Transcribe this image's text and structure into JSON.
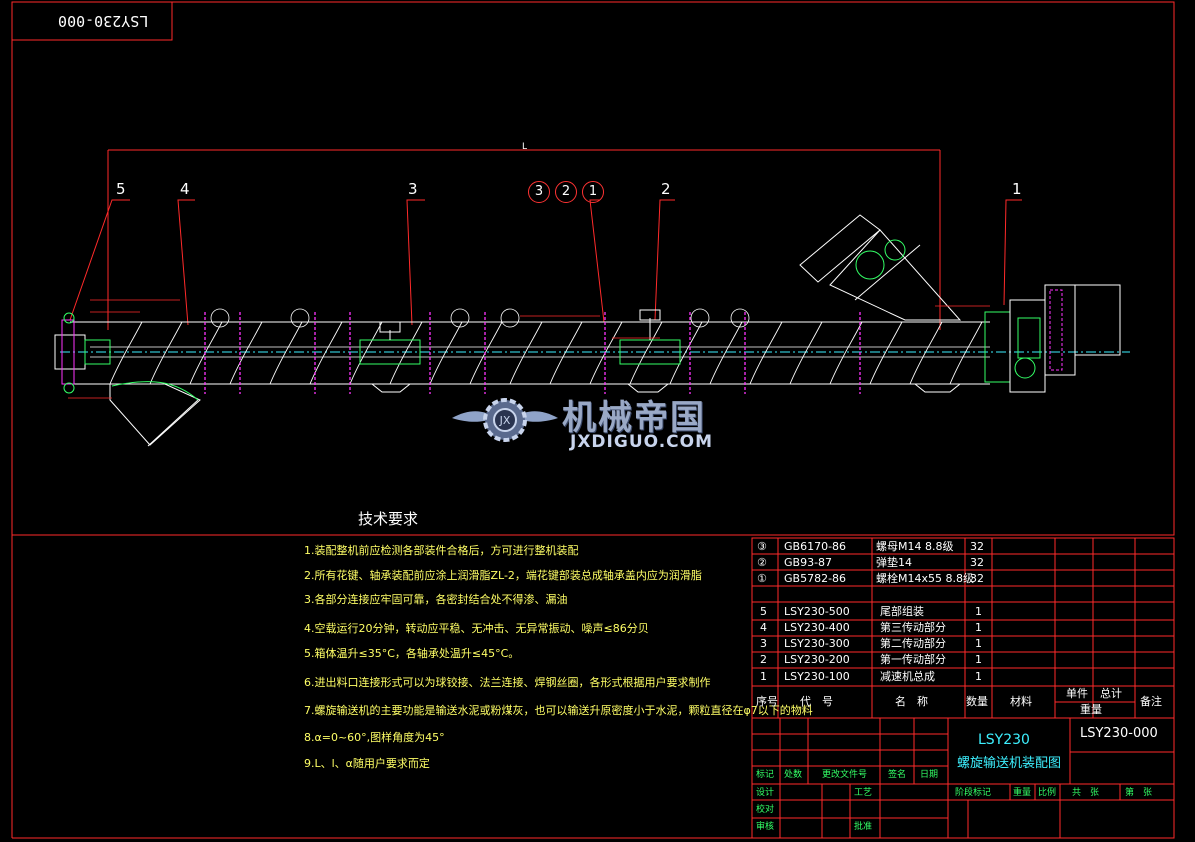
{
  "drawing_code": "LSY230-000",
  "dimension_overall": "L",
  "callouts": [
    "5",
    "4",
    "3",
    "2",
    "1"
  ],
  "part_callouts": [
    "3",
    "2",
    "1"
  ],
  "watermark": {
    "cn": "机械帝国",
    "en": "JXDIGUO.COM"
  },
  "tech_req": {
    "title": "技术要求",
    "items": [
      "1.装配整机前应检测各部装件合格后，方可进行整机装配",
      "2.所有花键、轴承装配前应涂上润滑脂ZL-2，端花键部装总成轴承盖内应为润滑脂",
      "3.各部分连接应牢固可靠，各密封结合处不得渗、漏油",
      "4.空载运行20分钟，转动应平稳、无冲击、无异常振动、噪声≤86分贝",
      "5.箱体温升≤35°C，各轴承处温升≤45°C。",
      "6.进出料口连接形式可以为球铰接、法兰连接、焊钢丝圈，各形式根据用户要求制作",
      "7.螺旋输送机的主要功能是输送水泥或粉煤灰，也可以输送升原密度小于水泥，颗粒直径在φ7以下的物料",
      "8.α=0~60°,图样角度为45°",
      "9.L、l、α随用户要求而定"
    ]
  },
  "bom": [
    {
      "no": "③",
      "code": "GB6170-86",
      "name": "螺母M14 8.8级",
      "qty": "32"
    },
    {
      "no": "②",
      "code": "GB93-87",
      "name": "弹垫14",
      "qty": "32"
    },
    {
      "no": "①",
      "code": "GB5782-86",
      "name": "螺栓M14x55 8.8级",
      "qty": "32"
    },
    {
      "no": "5",
      "code": "LSY230-500",
      "name": "尾部组装",
      "qty": "1"
    },
    {
      "no": "4",
      "code": "LSY230-400",
      "name": "第三传动部分",
      "qty": "1"
    },
    {
      "no": "3",
      "code": "LSY230-300",
      "name": "第二传动部分",
      "qty": "1"
    },
    {
      "no": "2",
      "code": "LSY230-200",
      "name": "第一传动部分",
      "qty": "1"
    },
    {
      "no": "1",
      "code": "LSY230-100",
      "name": "减速机总成",
      "qty": "1"
    }
  ],
  "bom_header": {
    "no": "序号",
    "code": "代　号",
    "name": "名　称",
    "qty": "数量",
    "material": "材料",
    "unit_weight": "单件",
    "total_weight": "总计",
    "weight": "重量",
    "remark": "备注"
  },
  "title_block": {
    "model": "LSY230",
    "title": "螺旋输送机装配图",
    "code": "LSY230-000",
    "labels": {
      "mark": "标记",
      "count": "处数",
      "change_doc": "更改文件号",
      "sign": "签名",
      "date": "日期",
      "design": "设计",
      "check": "校对",
      "review": "审核",
      "process": "工艺",
      "approve": "批准",
      "stage": "阶段标记",
      "weight": "重量",
      "scale": "比例",
      "sheets": "共　张",
      "sheet": "第　张"
    }
  },
  "colors": {
    "frame": "#ff2a2a",
    "white": "#ffffff",
    "cyan": "#3df0ff",
    "green": "#33ff66",
    "yellow": "#ffff66",
    "magenta": "#ff33ff"
  }
}
